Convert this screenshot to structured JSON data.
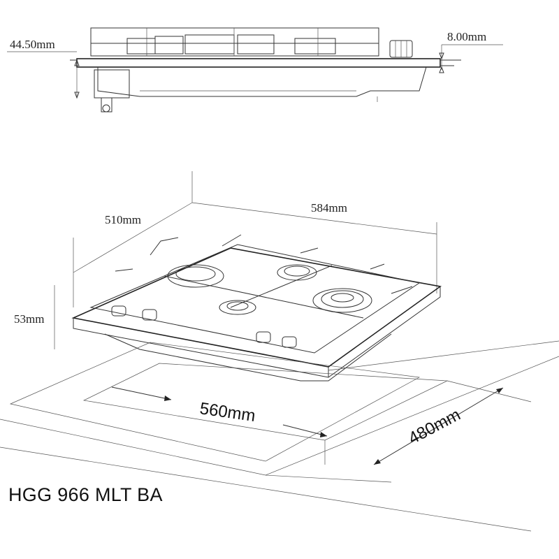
{
  "dimensions": {
    "side_height": "44.50mm",
    "side_lip": "8.00mm",
    "depth": "510mm",
    "width": "584mm",
    "height": "53mm",
    "cutout_width": "560mm",
    "cutout_depth": "480mm"
  },
  "model": "HGG 966 MLT BA"
}
